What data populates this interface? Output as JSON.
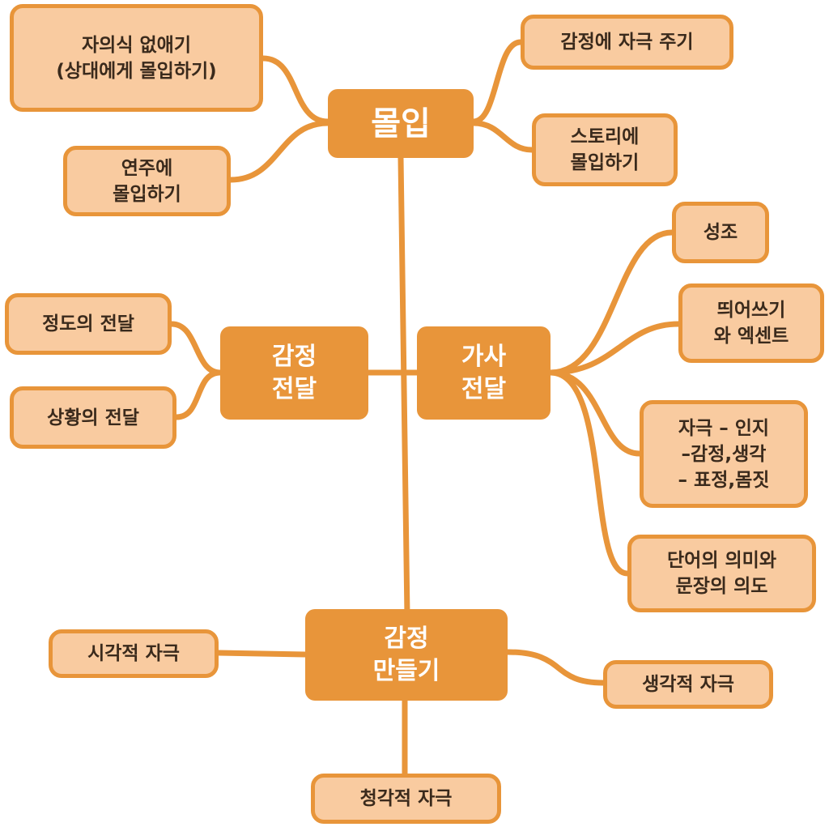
{
  "diagram": {
    "type": "mind-map",
    "colors": {
      "main_fill": "#E8953A",
      "main_text": "#FFFFFF",
      "leaf_fill": "#F9CBA0",
      "leaf_border": "#E8953A",
      "leaf_text": "#3A2A1C",
      "connector": "#E8953A"
    },
    "main_topics": {
      "immersion": "몰입",
      "emotion_delivery": "감정\n전달",
      "lyric_delivery": "가사\n전달",
      "emotion_making": "감정\n만들기"
    },
    "leaves": {
      "remove_self": "자의식 없애기\n(상대에게 몰입하기)",
      "immerse_performance": "연주에\n몰입하기",
      "stimulate_emotion": "감정에 자극 주기",
      "immerse_story": "스토리에\n몰입하기",
      "degree": "정도의 전달",
      "situation": "상황의 전달",
      "intonation": "성조",
      "spacing_accent": "띄어쓰기\n와 엑센트",
      "stimulus_chain": "자극 – 인지\n–감정,생각\n– 표정,몸짓",
      "word_meaning": "단어의 의미와\n문장의 의도",
      "visual": "시각적 자극",
      "cognitive": "생각적 자극",
      "auditory": "청각적 자극"
    }
  }
}
